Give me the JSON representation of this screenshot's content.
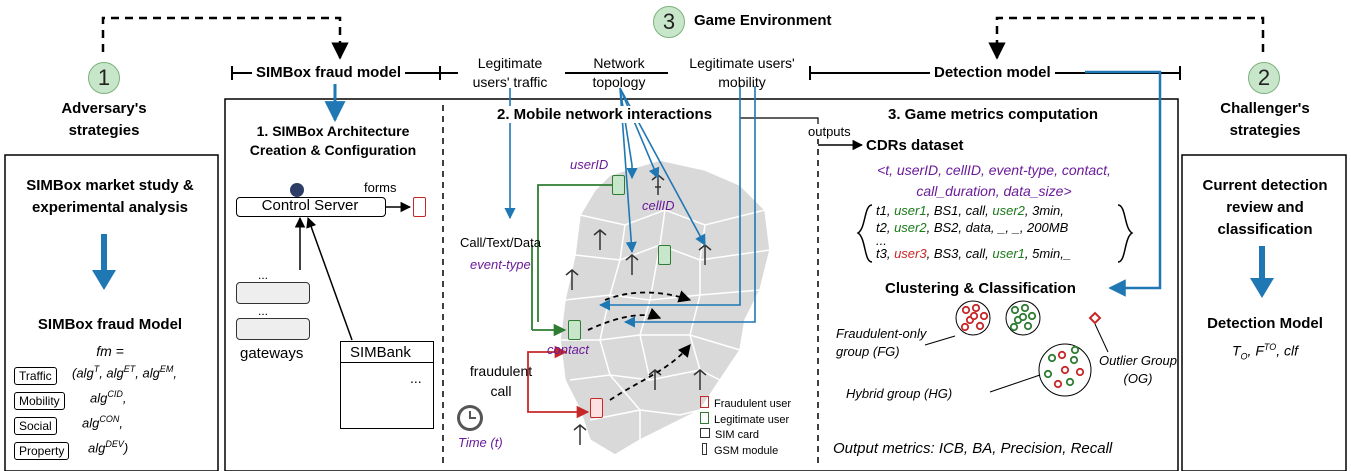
{
  "top": {
    "game_env_num": "3",
    "game_env": "Game Environment",
    "adv_num": "1",
    "adv": "Adversary's strategies",
    "chal_num": "2",
    "chal": "Challenger's strategies",
    "simbox_model": "SIMBox fraud model",
    "legit_traffic": "Legitimate users' traffic",
    "net_topology": "Network topology",
    "legit_mobility": "Legitimate users' mobility",
    "detection_model": "Detection model"
  },
  "left": {
    "title": "SIMBox market study & experimental analysis",
    "model_title": "SIMBox fraud Model",
    "fm": "fm =",
    "rows": [
      {
        "tag": "Traffic",
        "text": "(alg",
        "sup": "T",
        "rest": ", alg",
        "sup2": "ET",
        "rest2": ", alg",
        "sup3": "EM",
        "rest3": ","
      },
      {
        "tag": "Mobility",
        "text": "alg",
        "sup": "CID",
        "rest": ","
      },
      {
        "tag": "Social",
        "text": "alg",
        "sup": "CON",
        "rest": ","
      },
      {
        "tag": "Property",
        "text": "alg",
        "sup": "DEV",
        "rest": ")"
      }
    ]
  },
  "section1": {
    "title": "1. SIMBox Architecture Creation & Configuration",
    "control_server": "Control Server",
    "forms": "forms",
    "gateways": "gateways",
    "simbank": "SIMBank",
    "dots": "..."
  },
  "section2": {
    "title": "2. Mobile network interactions",
    "userid": "userID",
    "cellid": "cellID",
    "call_text_data": "Call/Text/Data",
    "event_type": "event-type",
    "contact": "contact",
    "fraud_call": "fraudulent call",
    "time": "Time (t)",
    "legend": [
      "Fraudulent user",
      "Legitimate user",
      "SIM card",
      "GSM module"
    ]
  },
  "section3": {
    "title": "3. Game metrics computation",
    "outputs": "outputs",
    "cdrs": "CDRs dataset",
    "schema": "<t, userID, cellID, event-type, contact, call_duration, data_size>",
    "row1": [
      "t1, ",
      "user1",
      ", BS1, call, ",
      "user2",
      ", 3min,"
    ],
    "row2": [
      "t2, ",
      "user2",
      ", BS2, data, _, _, 200MB"
    ],
    "row_dots": "...",
    "row3": [
      "t3, ",
      "user3",
      ", BS3, call, ",
      "user1",
      ", 5min,_"
    ],
    "clustering": "Clustering & Classification",
    "fg": "Fraudulent-only group (FG)",
    "hg": "Hybrid group (HG)",
    "og": "Outlier Group (OG)",
    "metrics": "Output metrics: ICB, BA, Precision, Recall"
  },
  "right": {
    "title": "Current detection review and classification",
    "model_title": "Detection Model",
    "formula": "T",
    "formula_sub": "O",
    "formula_mid": ", F",
    "formula_sup": "TO",
    "formula_end": ", clf"
  },
  "colors": {
    "blue": "#1f77b4",
    "green": "#2e7d32",
    "red": "#c62828",
    "purple": "#6a1b9a",
    "map": "#d9d9d9"
  }
}
